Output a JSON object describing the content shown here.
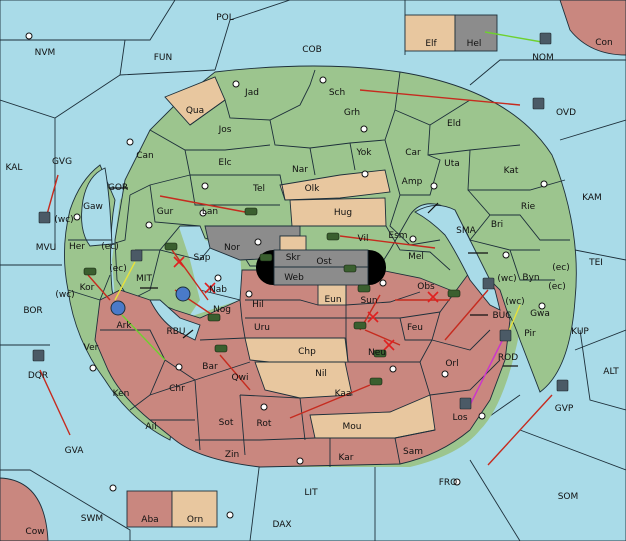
{
  "colors": {
    "sea": "#a9dbe8",
    "green_power": "#9cc58e",
    "red_power": "#c9877f",
    "neutral_land": "#e8c79f",
    "impassable": "#8c8c8c",
    "border": "#1d2f3a",
    "move_arrow": "#c62b1f",
    "support_green": "#6ed12f",
    "support_yellow": "#e8e23a",
    "convoy_magenta": "#cc33cc",
    "cancel_mark": "#e02020"
  },
  "sea_labels": [
    "POL",
    "NVM",
    "FUN",
    "COB",
    "KAL",
    "GVG",
    "GOR",
    "MVU",
    "BOR",
    "MIT",
    "RBU",
    "DQR",
    "GVA",
    "SWM",
    "DAX",
    "LIT",
    "FRO",
    "SOM",
    "GVP",
    "ALT",
    "KUP",
    "TEI",
    "KAM",
    "SMA",
    "BUC",
    "ROD",
    "OVD",
    "NOM",
    "Con",
    "Cow"
  ],
  "green_labels": [
    "Jad",
    "Sch",
    "Grh",
    "Eld",
    "Can",
    "Jos",
    "Elc",
    "Nar",
    "Yok",
    "Car",
    "Uta",
    "Kat",
    "Tel",
    "Amp",
    "Gur",
    "Lan",
    "Rie",
    "Gaw",
    "Her",
    "Esm",
    "Bri",
    "Vil",
    "Mel",
    "Sap",
    "Byn",
    "Gwa",
    "Pir"
  ],
  "red_labels": [
    "Kor",
    "Ark",
    "Nab",
    "Nog",
    "Hil",
    "Sun",
    "Obs",
    "Uru",
    "Feu",
    "Ver",
    "Neu",
    "Orl",
    "Bar",
    "Qwi",
    "Kaa",
    "Ken",
    "Chr",
    "Los",
    "Ail",
    "Sot",
    "Rot",
    "Sam",
    "Zin",
    "Kar",
    "Aba"
  ],
  "neutral_labels": [
    "Qua",
    "Olk",
    "Hug",
    "Chp",
    "Nil",
    "Mou",
    "Eun",
    "Elf",
    "Orn"
  ],
  "impassable_labels": [
    "Nor",
    "Skr",
    "Ost",
    "Web",
    "Hel"
  ],
  "coast_tags": [
    "(wc)",
    "(ec)",
    "(ec)",
    "(wc)",
    "(wc)",
    "(ec)",
    "(ec)",
    "(wc)"
  ]
}
